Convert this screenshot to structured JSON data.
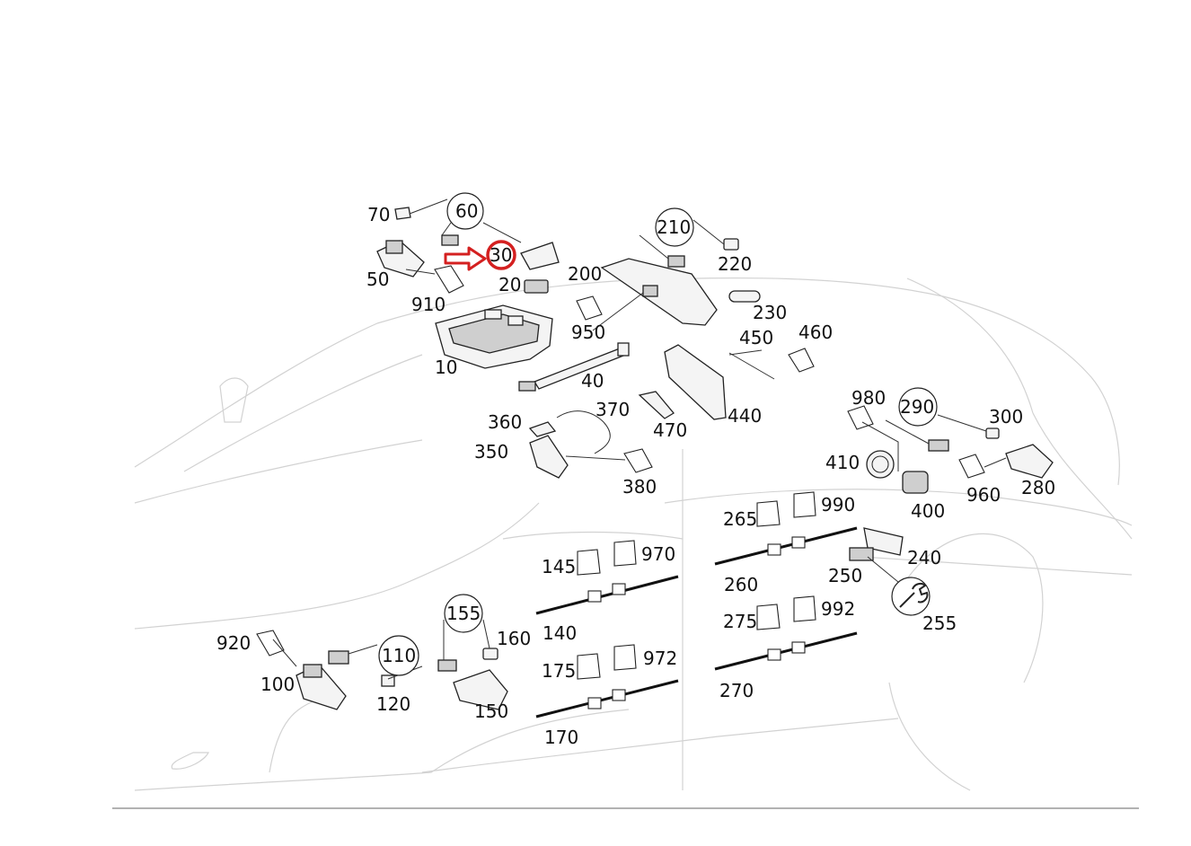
{
  "diagram": {
    "callouts": {
      "p10": "10",
      "p20": "20",
      "p30": "30",
      "p40": "40",
      "p50": "50",
      "p60": "60",
      "p70": "70",
      "p100": "100",
      "p110": "110",
      "p120": "120",
      "p140": "140",
      "p145": "145",
      "p150": "150",
      "p155": "155",
      "p160": "160",
      "p170": "170",
      "p175": "175",
      "p200": "200",
      "p210": "210",
      "p220": "220",
      "p230": "230",
      "p240": "240",
      "p250": "250",
      "p255": "255",
      "p260": "260",
      "p265": "265",
      "p270": "270",
      "p275": "275",
      "p280": "280",
      "p290": "290",
      "p300": "300",
      "p350": "350",
      "p360": "360",
      "p370": "370",
      "p380": "380",
      "p400": "400",
      "p410": "410",
      "p440": "440",
      "p450": "450",
      "p460": "460",
      "p470": "470",
      "p910": "910",
      "p920": "920",
      "p950": "950",
      "p960": "960",
      "p970": "970",
      "p972": "972",
      "p980": "980",
      "p990": "990",
      "p992": "992"
    },
    "colors": {
      "highlight": "#d42020",
      "car_outline": "#d2d2d2",
      "line": "#222222"
    },
    "icons": {
      "highlight_arrow": "right-arrow-icon",
      "highlight_circle": "circle-marker-icon",
      "tool": "wrench-icon"
    }
  }
}
